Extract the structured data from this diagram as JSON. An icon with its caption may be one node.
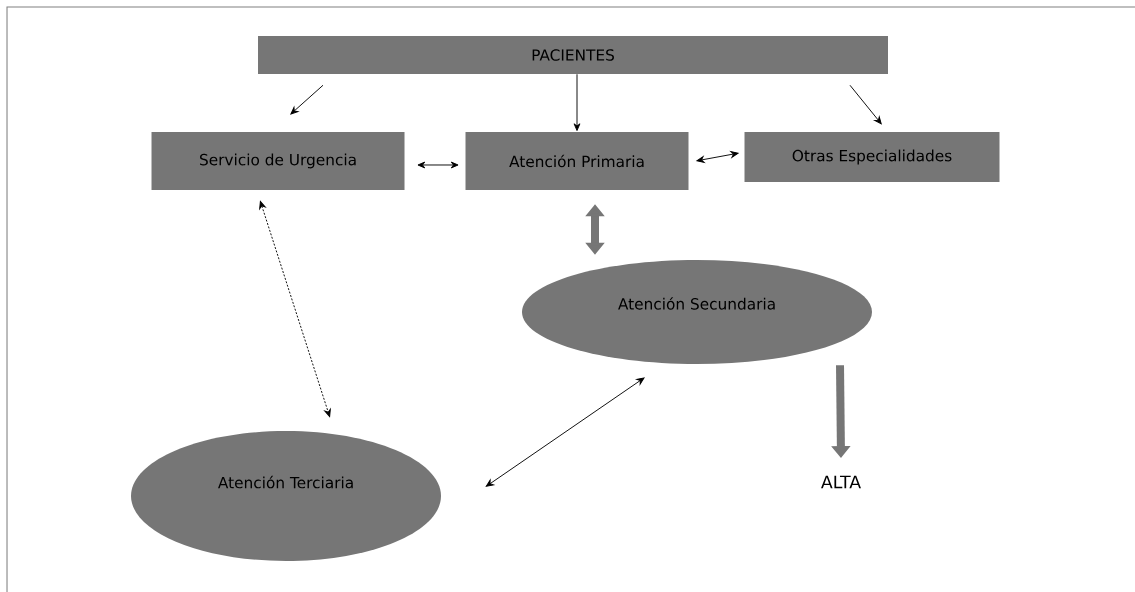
{
  "diagram": {
    "nodes": [
      {
        "text": [
          "PACIENTES"
        ]
      },
      {
        "text": [
          "Servicio de Urgencia"
        ]
      },
      {
        "text": [
          "Atención Primaria"
        ]
      },
      {
        "text": [
          "Otras Especialidades"
        ]
      },
      {
        "text": [
          "Atención Secundaria"
        ]
      },
      {
        "text": [
          "Atención Terciaria"
        ]
      },
      {
        "text": [
          "ALTA"
        ]
      }
    ],
    "edges": [
      {
        "from": 0,
        "to": 1,
        "arrow": "to"
      },
      {
        "from": 0,
        "to": 2,
        "arrow": "to"
      },
      {
        "from": 0,
        "to": 3,
        "arrow": "to"
      },
      {
        "from": 1,
        "to": 2,
        "arrow": "both"
      },
      {
        "from": 2,
        "to": 3,
        "arrow": "both"
      },
      {
        "from": 2,
        "to": 4,
        "arrow": "both",
        "style": "thick",
        "color": "#767676"
      },
      {
        "from": 1,
        "to": 5,
        "arrow": "both",
        "style": "dashed"
      },
      {
        "from": 4,
        "to": 5,
        "arrow": "both"
      },
      {
        "from": 4,
        "to": 6,
        "arrow": "to",
        "style": "thick",
        "color": "#767676"
      }
    ]
  }
}
